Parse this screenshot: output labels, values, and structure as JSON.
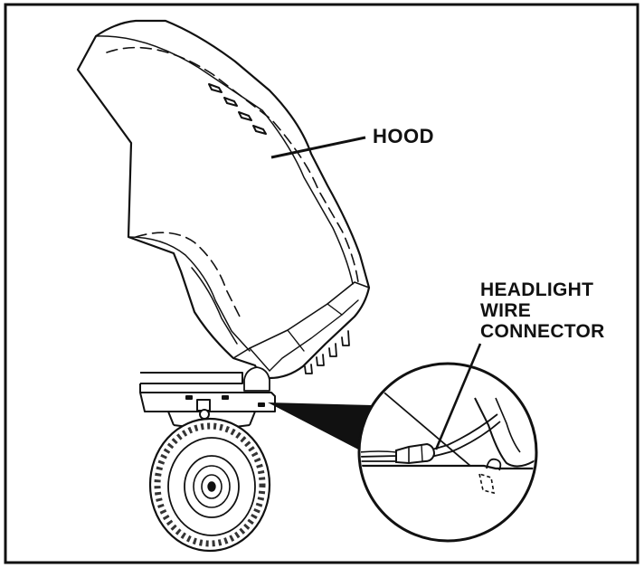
{
  "labels": {
    "hood": "HOOD",
    "connector_lines": [
      "HEADLIGHT",
      "WIRE",
      "CONNECTOR"
    ]
  },
  "colors": {
    "ink": "#111111",
    "paper": "#ffffff"
  }
}
